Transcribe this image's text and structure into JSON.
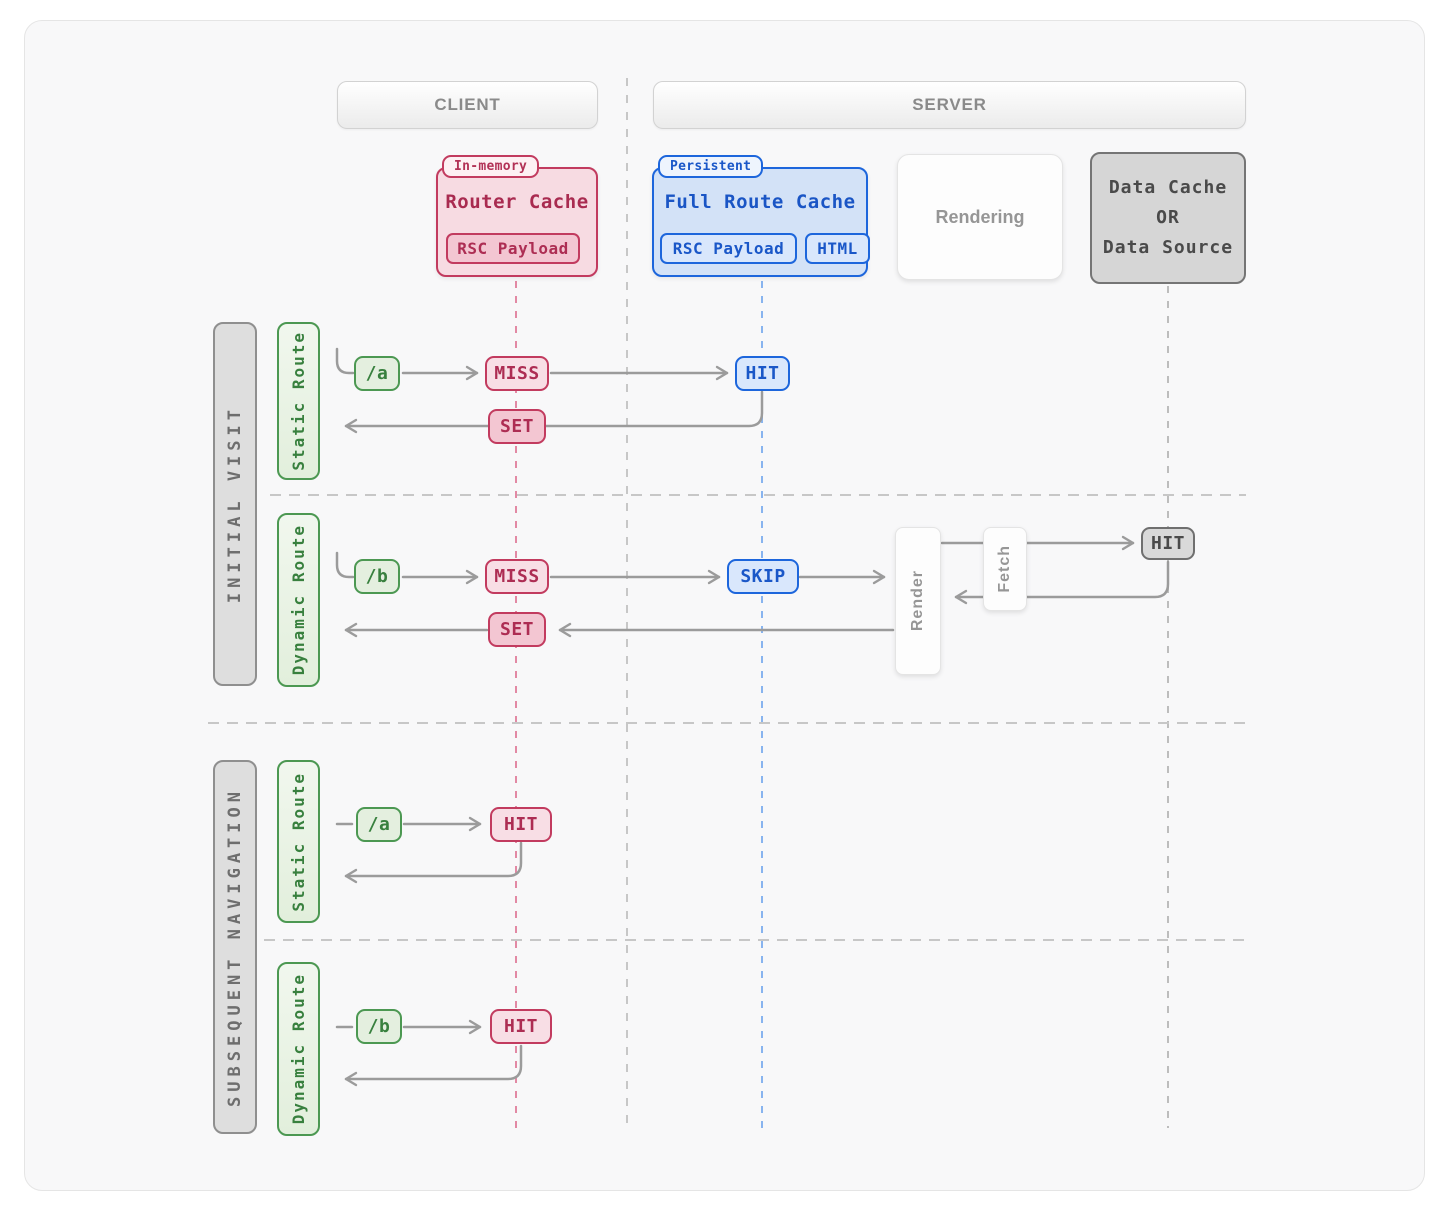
{
  "headers": {
    "client": "CLIENT",
    "server": "SERVER"
  },
  "router_cache": {
    "tag": "In-memory",
    "title": "Router Cache",
    "badge_rsc": "RSC Payload"
  },
  "full_route_cache": {
    "tag": "Persistent",
    "title": "Full Route Cache",
    "badge_rsc": "RSC Payload",
    "badge_html": "HTML"
  },
  "rendering": {
    "label": "Rendering"
  },
  "data_source": {
    "line1": "Data Cache",
    "line2": "OR",
    "line3": "Data Source"
  },
  "sections": {
    "initial": "INITIAL VISIT",
    "subsequent": "SUBSEQUENT NAVIGATION"
  },
  "rows": {
    "initial_static": {
      "route": "Static Route",
      "request": "/a",
      "router_result": "MISS",
      "full_route_result": "HIT",
      "router_set": "SET"
    },
    "initial_dynamic": {
      "route": "Dynamic Route",
      "request": "/b",
      "router_result": "MISS",
      "full_route_result": "SKIP",
      "render": "Render",
      "fetch": "Fetch",
      "data_result": "HIT",
      "router_set": "SET"
    },
    "subsequent_static": {
      "route": "Static Route",
      "request": "/a",
      "router_result": "HIT"
    },
    "subsequent_dynamic": {
      "route": "Dynamic Route",
      "request": "/b",
      "router_result": "HIT"
    }
  },
  "colors": {
    "pink_border": "#c23b5f",
    "pink_bg": "#f8dee5",
    "pink_bg_strong": "#f3c6d2",
    "pink_text": "#ad2d53",
    "pink_lifeline": "#e289a4",
    "blue_border": "#1d66dc",
    "blue_bg": "#d9e7fc",
    "blue_text": "#1a57c8",
    "blue_lifeline": "#88b4ef",
    "green_border": "#4c9852",
    "green_bg": "#e4efdf",
    "green_text": "#38803e",
    "gray_border": "#6f6f6f",
    "gray_bg": "#d9d9d9",
    "gray_text": "#4a4a4a",
    "arrow": "#9b9b9b",
    "dashed_separator": "#c7c7c7",
    "panel_bg": "#f8f8f9"
  }
}
